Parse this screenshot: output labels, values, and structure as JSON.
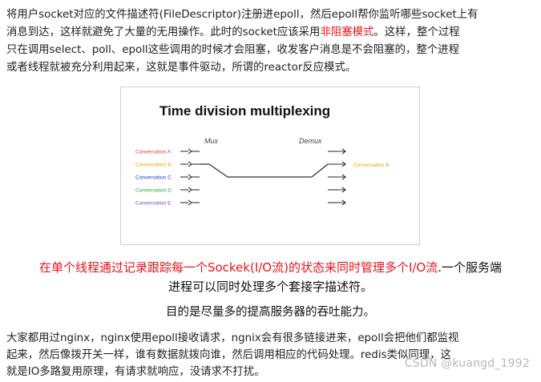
{
  "intro": {
    "line1": "将用户socket对应的文件描述符(FileDescriptor)注册进epoll，然后epoll帮你监听哪些socket上有",
    "line2_before_red": "消息到达，这样就避免了大量的无用操作。此时的socket应该采用",
    "line2_red": "非阻塞模式",
    "line2_after_red": "。这样，整个过程",
    "line3": "只在调用select、poll、epoll这些调用的时候才会阻塞，收发客户消息是不会阻塞的，整个进程",
    "line4": "或者线程就被充分利用起来，这就是事件驱动，所谓的reactor反应模式。"
  },
  "figure": {
    "title": "Time division multiplexing",
    "mux_label": "Mux",
    "demux_label": "Demux",
    "inputs": [
      {
        "label": "Conversation A",
        "color": "#e53935"
      },
      {
        "label": "Conversation B",
        "color": "#f2a100"
      },
      {
        "label": "Conversation C",
        "color": "#1f3fbf"
      },
      {
        "label": "Conversation D",
        "color": "#1fae3a"
      },
      {
        "label": "Conversation E",
        "color": "#7b4ad6"
      }
    ],
    "output_label": "Conversation B",
    "output_color": "#f2a100"
  },
  "summary": {
    "red_part": "在单个线程通过记录跟踪每一个Sockek(I/O流)的状态来同时管理多个I/O流",
    "black_part": ".一个服务端",
    "line2": "进程可以同时处理多个套接字描述符。",
    "line3": "目的是尽量多的提高服务器的吞吐能力。"
  },
  "outro": {
    "line1": "大家都用过nginx，nginx使用epoll接收请求，ngnix会有很多链接进来，epoll会把他们都监视",
    "line2": "起来，然后像拨开关一样，谁有数据就拨向谁，然后调用相应的代码处理。redis类似同理，这",
    "line3": "就是IO多路复用原理，有请求就响应，没请求不打扰。"
  },
  "watermark": "CSDN @kuangd_1992"
}
